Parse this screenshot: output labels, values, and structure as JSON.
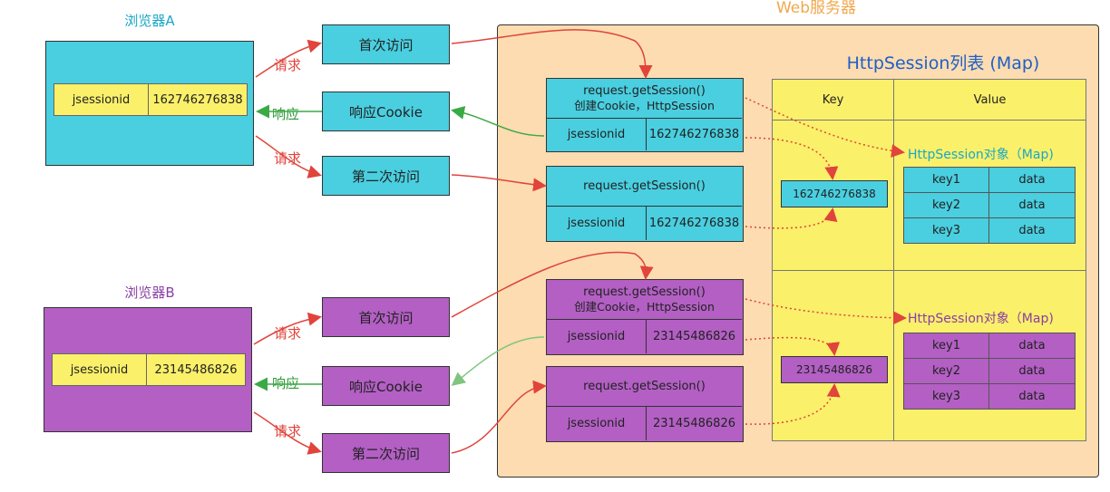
{
  "server": {
    "title": "Web服务器"
  },
  "browser_a": {
    "title": "浏览器A",
    "sid_label": "jsessionid",
    "sid_value": "162746276838"
  },
  "browser_b": {
    "title": "浏览器B",
    "sid_label": "jsessionid",
    "sid_value": "23145486826"
  },
  "labels": {
    "request": "请求",
    "response": "响应",
    "first_visit": "首次访问",
    "response_cookie": "响应Cookie",
    "second_visit": "第二次访问"
  },
  "boxes": {
    "get_session": "request.getSession()",
    "create_cookie": "创建Cookie，HttpSession",
    "sid_label": "jsessionid",
    "sid_a": "162746276838",
    "sid_b": "23145486826"
  },
  "map": {
    "title": "HttpSession列表 (Map)",
    "col_key": "Key",
    "col_value": "Value",
    "key_a": "162746276838",
    "key_b": "23145486826",
    "obj_title": "HttpSession对象（Map)",
    "rows": [
      {
        "key": "key1",
        "value": "data"
      },
      {
        "key": "key2",
        "value": "data"
      },
      {
        "key": "key3",
        "value": "data"
      }
    ]
  },
  "colors": {
    "cyan": "#49cfe0",
    "purple": "#b35fc4",
    "yellow": "#faf06a",
    "server_bg": "#fcdcb0",
    "request_arrow": "#e0443b",
    "response_arrow": "#3aaa45"
  }
}
